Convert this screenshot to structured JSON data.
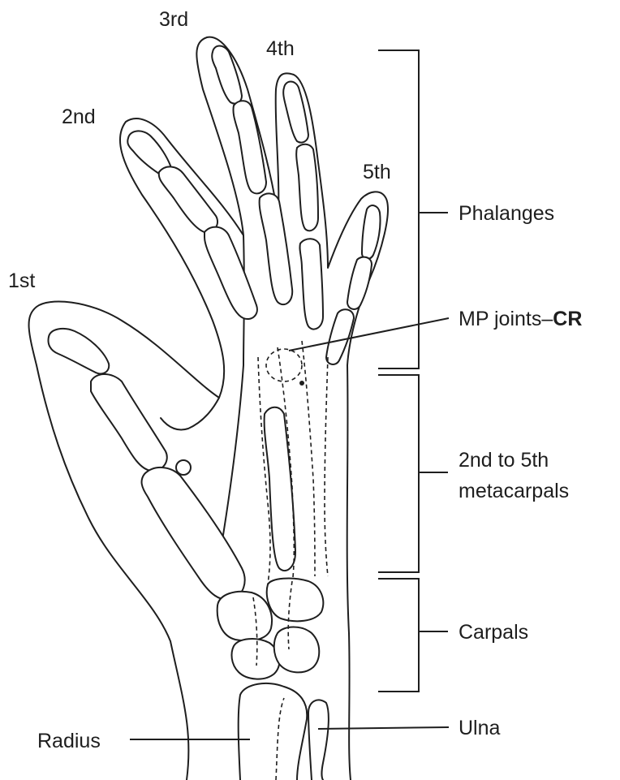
{
  "finger_labels": {
    "first": "1st",
    "second": "2nd",
    "third": "3rd",
    "fourth": "4th",
    "fifth": "5th"
  },
  "callouts": {
    "phalanges": "Phalanges",
    "mp_joints": "MP joints–",
    "central_ray": "CR",
    "metacarpals_line1": "2nd to 5th",
    "metacarpals_line2": "metacarpals",
    "carpals": "Carpals",
    "radius": "Radius",
    "ulna": "Ulna"
  }
}
